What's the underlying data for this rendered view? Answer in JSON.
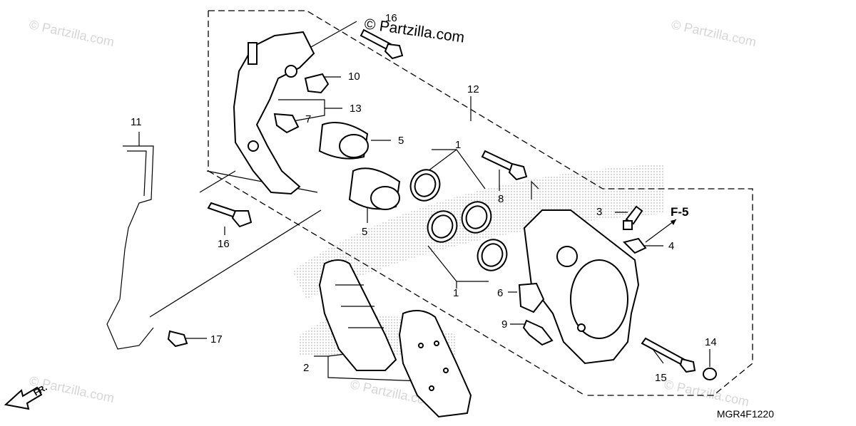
{
  "watermark": {
    "main": "© Partzilla.com",
    "repeat": "© Partzilla.com"
  },
  "callouts": [
    "1",
    "1",
    "2",
    "3",
    "4",
    "5",
    "5",
    "6",
    "7",
    "8",
    "9",
    "10",
    "11",
    "12",
    "13",
    "14",
    "15",
    "16",
    "16",
    "17"
  ],
  "section_ref": "F-5",
  "direction_label": "FR.",
  "diagram_ref": "MGR4F1220",
  "colors": {
    "line": "#000000",
    "watermark": "#d6d6d6",
    "background": "#ffffff"
  }
}
